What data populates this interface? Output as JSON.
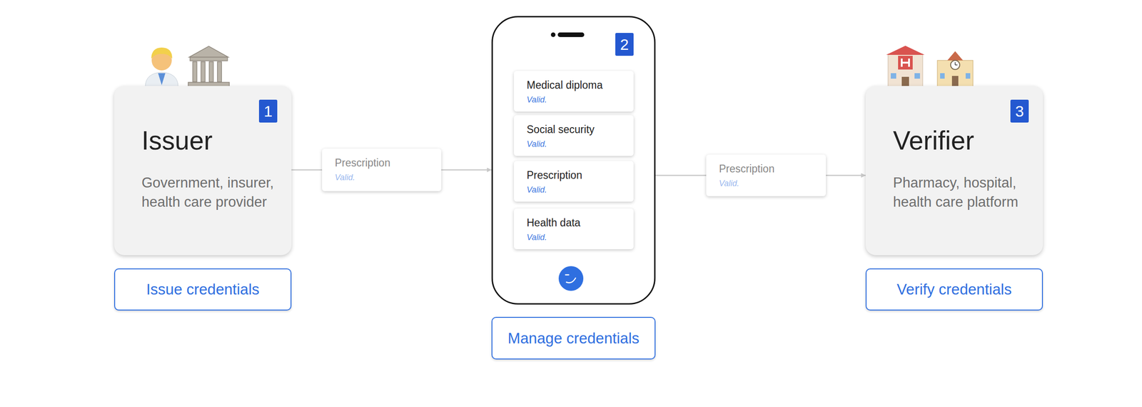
{
  "diagram": {
    "nodes": [
      {
        "text": [
          "1",
          "Issuer",
          "Government, insurer, health care provider"
        ]
      },
      {
        "text": [
          "Issue credentials"
        ]
      },
      {
        "text": [
          "Prescription",
          "Valid."
        ]
      },
      {
        "text": [
          "2"
        ]
      },
      {
        "text": [
          "Medical diploma",
          "Valid."
        ],
        "in": 3
      },
      {
        "text": [
          "Social security",
          "Valid."
        ],
        "in": 3
      },
      {
        "text": [
          "Prescription",
          "Valid."
        ],
        "in": 3
      },
      {
        "text": [
          "Health data",
          "Valid."
        ],
        "in": 3
      },
      {
        "text": [
          "Manage credentials"
        ]
      },
      {
        "text": [
          "Prescription",
          "Valid."
        ]
      },
      {
        "text": [
          "3",
          "Verifier",
          "Pharmacy, hospital, health care platform"
        ]
      },
      {
        "text": [
          "Verify credentials"
        ]
      }
    ],
    "edges": [
      {
        "from": 0,
        "to": 2,
        "arrow": "none"
      },
      {
        "from": 2,
        "to": 3,
        "arrow": "to"
      },
      {
        "from": 3,
        "to": 9,
        "arrow": "none"
      },
      {
        "from": 9,
        "to": 10,
        "arrow": "to"
      }
    ]
  }
}
